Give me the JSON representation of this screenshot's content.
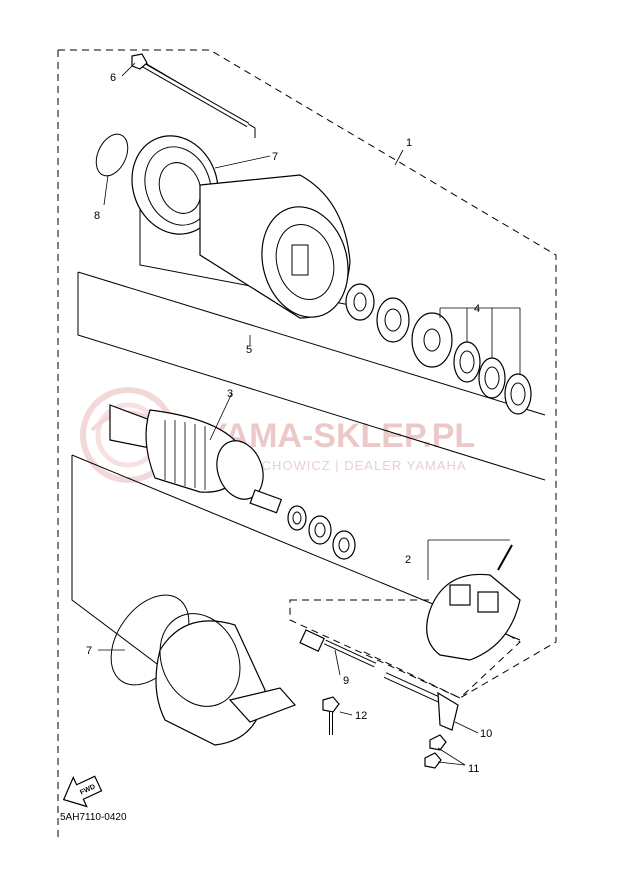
{
  "callouts": {
    "p1": "1",
    "p2": "2",
    "p3": "3",
    "p4": "4",
    "p5": "5",
    "p6": "6",
    "p7_top": "7",
    "p7_bottom": "7",
    "p8": "8",
    "p9": "9",
    "p10": "10",
    "p11": "11",
    "p12": "12"
  },
  "watermark": {
    "title": "YAMA-SKLEP.PL",
    "subtitle": "WOJCIECHOWICZ | DEALER YAMAHA"
  },
  "fwd_label": "FWD",
  "diagram_code": "5AH7110-0420"
}
